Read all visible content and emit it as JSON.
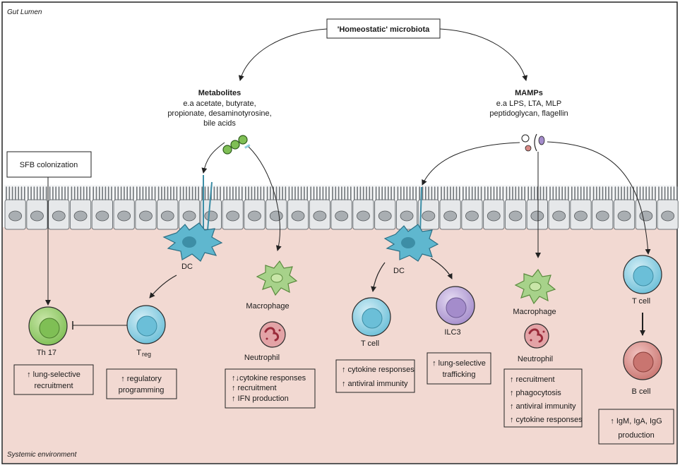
{
  "regions": {
    "lumen": "Gut Lumen",
    "systemic": "Systemic environment"
  },
  "source": {
    "label": "'Homeostatic' microbiota"
  },
  "metabolites": {
    "title": "Metabolites",
    "lines": [
      "e.a acetate, butyrate,",
      "propionate, desaminotyrosine,",
      "bile acids"
    ]
  },
  "mamps": {
    "title": "MAMPs",
    "lines": [
      "e.a LPS, LTA, MLP",
      "peptidoglycan, flagellin"
    ]
  },
  "sfb": {
    "label": "SFB colonization"
  },
  "cells": {
    "th17": "Th 17",
    "treg_main": "T",
    "treg_sub": "reg",
    "dc_left": "DC",
    "dc_right": "DC",
    "macrophage_left": "Macrophage",
    "neutrophil_left": "Neutrophil",
    "tcell_mid": "T cell",
    "ilc3": "ILC3",
    "macrophage_right": "Macrophage",
    "neutrophil_right": "Neutrophil",
    "tcell_right": "T cell",
    "bcell": "B cell"
  },
  "boxes": {
    "th17": [
      "↑ lung-selective",
      "recruitment"
    ],
    "treg": [
      "↑ regulatory",
      "programming"
    ],
    "macro_left": [
      "↑↓cytokine responses",
      "↑ recruitment",
      "↑ IFN production"
    ],
    "tcell_mid": [
      "↑ cytokine responses",
      "↑ antiviral immunity"
    ],
    "ilc3": [
      "↑ lung-selective",
      "trafficking"
    ],
    "macro_right": [
      "↑ recruitment",
      "↑ phagocytosis",
      "↑ antiviral immunity",
      "↑ cytokine responses"
    ],
    "bcell": [
      "↑ IgM, IgA, IgG",
      "production"
    ]
  },
  "colors": {
    "systemic_bg": "#f2d9d2",
    "epithelium": "#e6e8ea",
    "nucleus": "#a9aeb2",
    "dc": "#5fb7cf",
    "macrophage": "#a7d28a",
    "neutrophil": "#e3a3a6",
    "th17": "#9ccf6f",
    "tcell": "#8fd0e2",
    "ilc3": "#b9a6d8",
    "bcell": "#d98a86"
  }
}
